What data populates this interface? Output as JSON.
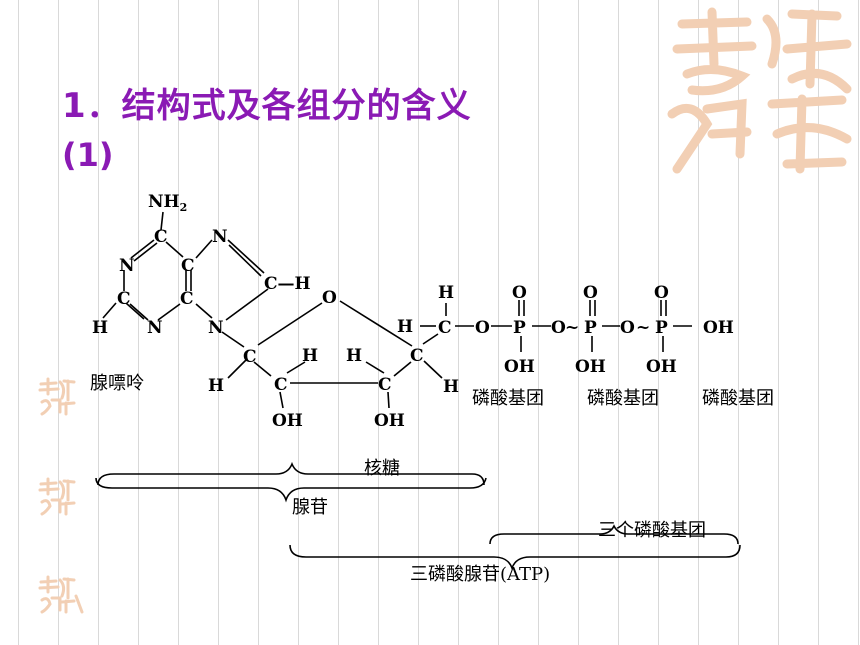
{
  "slide": {
    "title": "1．结构式及各组分的含义",
    "subtitle": "(1)"
  },
  "molecule": {
    "amino": "NH",
    "amino_sub": "2",
    "atoms": {
      "c": "C",
      "n": "N",
      "h": "H",
      "o": "O",
      "p": "P",
      "oh": "OH",
      "ch": "C—H"
    },
    "chain_h": "H—",
    "wave": "~"
  },
  "labels": {
    "adenine": "腺嘌呤",
    "phosphate_1": "磷酸基团",
    "phosphate_2": "磷酸基团",
    "phosphate_3": "磷酸基团",
    "ribose": "核糖",
    "adenosine": "腺苷",
    "three_phosphates": "三个磷酸基团",
    "atp": "三磷酸腺苷(ATP)"
  },
  "colors": {
    "title": "#8a1ab4",
    "emblem": "#f2cfb4"
  }
}
